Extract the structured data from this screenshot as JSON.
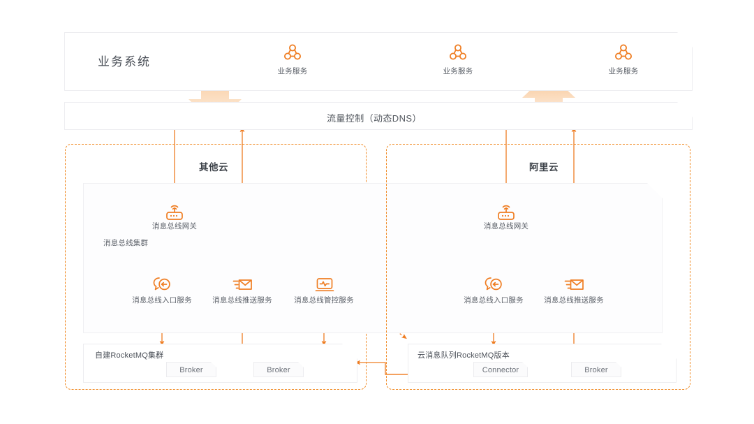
{
  "diagram": {
    "accent_color": "#ef7d22",
    "dashed_color": "#f08a24",
    "panel_bg": "#ffffff",
    "text_color": "#5a5f67"
  },
  "business_layer": {
    "title": "业务系统",
    "services": [
      {
        "label": "业务服务",
        "icon": "cluster-nodes-icon"
      },
      {
        "label": "业务服务",
        "icon": "cluster-nodes-icon"
      },
      {
        "label": "业务服务",
        "icon": "cluster-nodes-icon"
      }
    ]
  },
  "traffic_layer": {
    "title": "流量控制（动态DNS）"
  },
  "clouds": [
    {
      "id": "other-cloud",
      "title": "其他云",
      "cluster_label": "消息总线集群",
      "gateway": {
        "label": "消息总线网关",
        "icon": "router-wifi-icon"
      },
      "services": [
        {
          "label": "消息总线入口服务",
          "icon": "message-bubble-icon"
        },
        {
          "label": "消息总线推送服务",
          "icon": "envelope-send-icon"
        },
        {
          "label": "消息总线管控服务",
          "icon": "monitor-pulse-icon"
        }
      ],
      "mq": {
        "title": "自建RocketMQ集群",
        "nodes": [
          "Broker",
          "Broker"
        ]
      }
    },
    {
      "id": "alibaba-cloud",
      "title": "阿里云",
      "cluster_label": "",
      "gateway": {
        "label": "消息总线网关",
        "icon": "router-wifi-icon"
      },
      "services": [
        {
          "label": "消息总线入口服务",
          "icon": "message-bubble-icon"
        },
        {
          "label": "消息总线推送服务",
          "icon": "envelope-send-icon"
        }
      ],
      "mq": {
        "title": "云消息队列RocketMQ版本",
        "nodes": [
          "Connector",
          "Broker"
        ]
      }
    }
  ]
}
